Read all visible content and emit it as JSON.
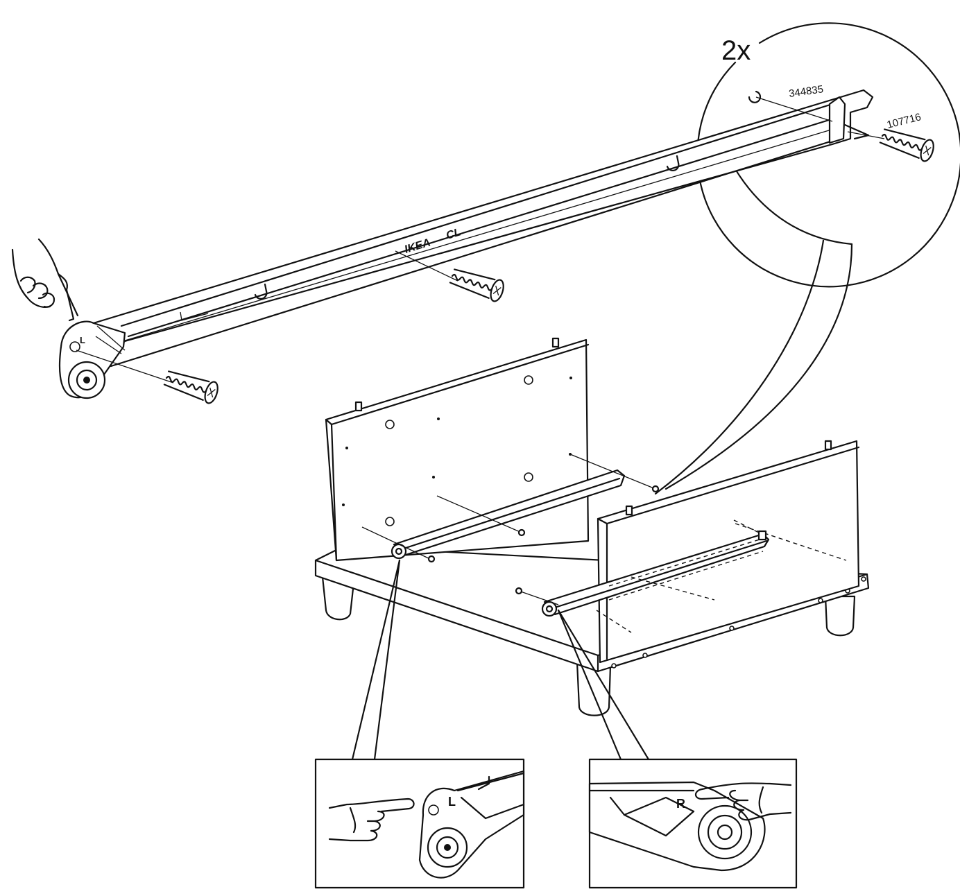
{
  "callout": {
    "quantity": "2x",
    "part_number_a": "344835",
    "part_number_b": "107716"
  },
  "rail_markings": {
    "brand": "IKEA",
    "code": "CL"
  },
  "side_labels": {
    "left": "L",
    "right": "R"
  },
  "icons": {
    "hand": "pointing-hand-icon",
    "screw": "dowel-screw-icon"
  }
}
